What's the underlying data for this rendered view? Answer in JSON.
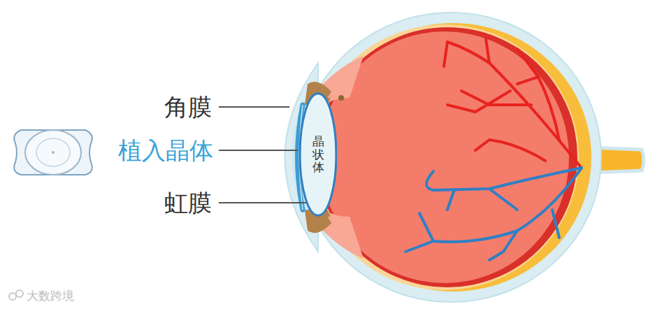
{
  "diagram": {
    "nodes": [
      {
        "text": [
          "晶状体"
        ]
      }
    ],
    "labels": [
      "角膜",
      "植入晶体",
      "虹膜",
      "大数跨境"
    ]
  }
}
